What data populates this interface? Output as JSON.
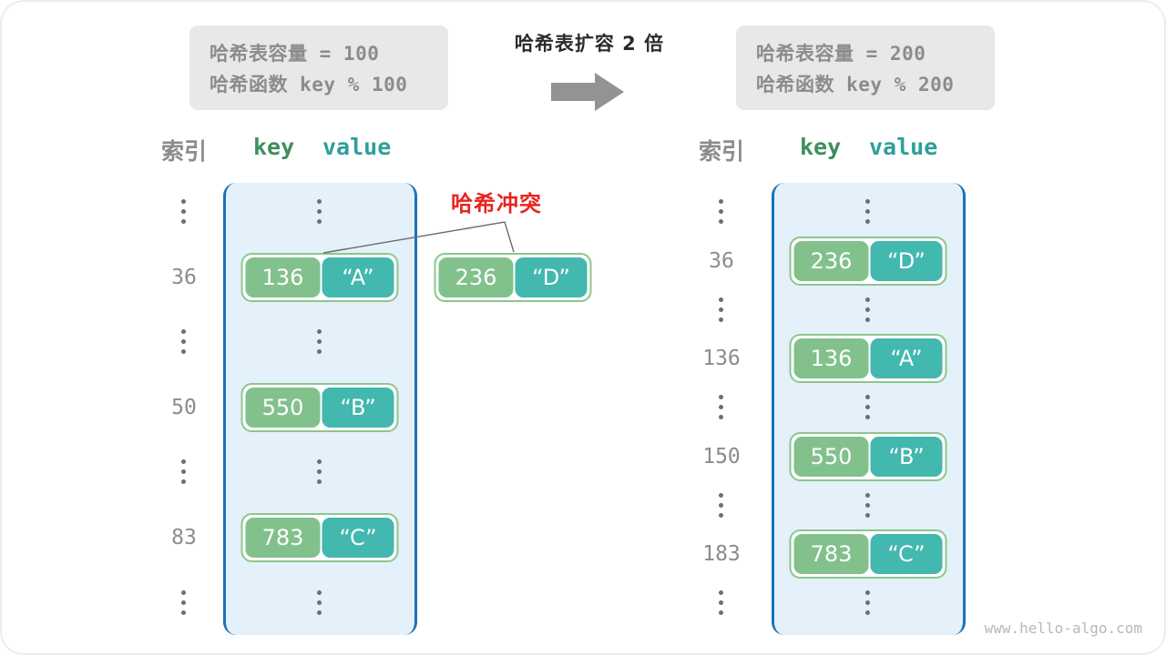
{
  "diagram": {
    "title_operation": "哈希表扩容 2 倍",
    "watermark": "www.hello-algo.com",
    "collision_label": "哈希冲突",
    "accent_colors": {
      "key_cell": "#82c18c",
      "value_cell": "#42b8ae",
      "bucket_border": "#8cc68c",
      "table_fill": "#e4f0fa",
      "table_border": "#1a72b8",
      "info_box": "#e8e8e8",
      "collision_red": "#e8251f"
    }
  },
  "info_left": {
    "line1": "哈希表容量 = 100",
    "line2": "哈希函数 key % 100"
  },
  "info_right": {
    "line1": "哈希表容量 = 200",
    "line2": "哈希函数 key % 200"
  },
  "headers": {
    "index": "索引",
    "key": "key",
    "value": "value"
  },
  "left_table": {
    "rows": [
      {
        "type": "dots",
        "index": "⋮"
      },
      {
        "type": "entry",
        "index": "36",
        "key": "136",
        "value": "“A”"
      },
      {
        "type": "dots",
        "index": "⋮"
      },
      {
        "type": "entry",
        "index": "50",
        "key": "550",
        "value": "“B”"
      },
      {
        "type": "dots",
        "index": "⋮"
      },
      {
        "type": "entry",
        "index": "83",
        "key": "783",
        "value": "“C”"
      },
      {
        "type": "dots",
        "index": "⋮"
      }
    ]
  },
  "detached_entry": {
    "key": "236",
    "value": "“D”"
  },
  "right_table": {
    "rows": [
      {
        "type": "dots",
        "index": "⋮"
      },
      {
        "type": "entry",
        "index": "36",
        "key": "236",
        "value": "“D”"
      },
      {
        "type": "dots",
        "index": "⋮"
      },
      {
        "type": "entry",
        "index": "136",
        "key": "136",
        "value": "“A”"
      },
      {
        "type": "dots",
        "index": "⋮"
      },
      {
        "type": "entry",
        "index": "150",
        "key": "550",
        "value": "“B”"
      },
      {
        "type": "dots",
        "index": "⋮"
      },
      {
        "type": "entry",
        "index": "183",
        "key": "783",
        "value": "“C”"
      },
      {
        "type": "dots",
        "index": "⋮"
      }
    ]
  }
}
